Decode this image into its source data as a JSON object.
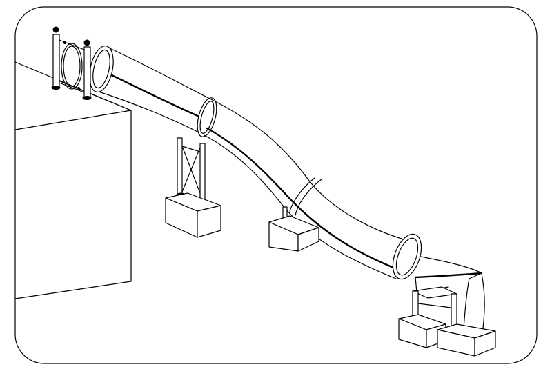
{
  "figure": {
    "subject": "tube-slide",
    "colors": {
      "line": "#000000",
      "background": "#ffffff"
    },
    "components": [
      "rounded-frame",
      "building-wall",
      "entry-platform-frame",
      "straight-tube-section",
      "curved-tube-section",
      "exit-chute",
      "support-tower",
      "concrete-footing",
      "small-support-post",
      "exit-support-frame"
    ]
  }
}
